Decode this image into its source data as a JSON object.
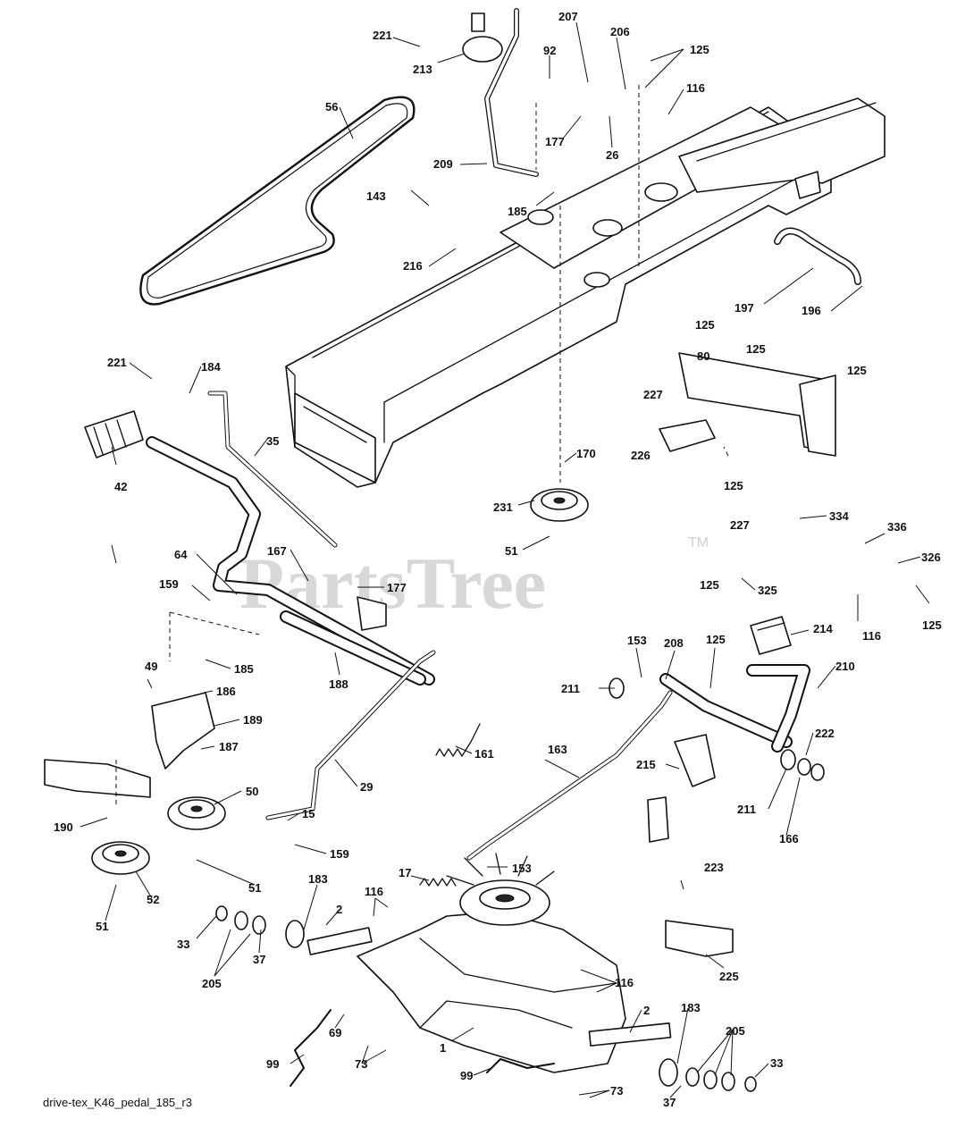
{
  "footer_label": "drive-tex_K46_pedal_185_r3",
  "watermark": {
    "text": "PartsTree",
    "tm": "TM"
  },
  "callouts": [
    "221",
    "213",
    "207",
    "92",
    "206",
    "125",
    "116",
    "56",
    "177",
    "26",
    "209",
    "185",
    "143",
    "216",
    "197",
    "196",
    "125",
    "80",
    "125",
    "125",
    "227",
    "226",
    "221",
    "184",
    "35",
    "42",
    "170",
    "231",
    "51",
    "125",
    "334",
    "227",
    "336",
    "326",
    "64",
    "167",
    "177",
    "159",
    "125",
    "325",
    "116",
    "125",
    "214",
    "153",
    "208",
    "125",
    "49",
    "185",
    "186",
    "189",
    "188",
    "211",
    "210",
    "187",
    "161",
    "163",
    "222",
    "50",
    "215",
    "211",
    "166",
    "29",
    "190",
    "15",
    "159",
    "52",
    "51",
    "17",
    "153",
    "223",
    "183",
    "116",
    "51",
    "2",
    "33",
    "37",
    "205",
    "116",
    "225",
    "1",
    "2",
    "183",
    "205",
    "69",
    "33",
    "99",
    "73",
    "99",
    "73",
    "37"
  ]
}
